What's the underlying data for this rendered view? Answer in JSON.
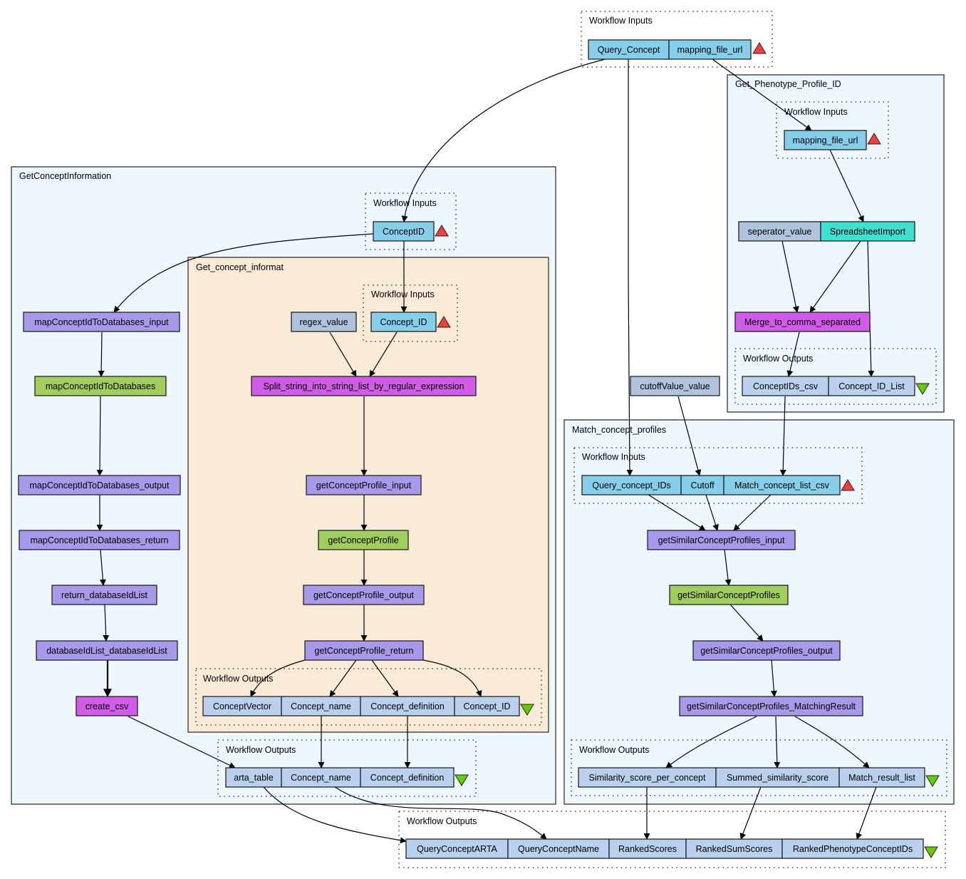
{
  "colors": {
    "workflow_input": "#87ceeb",
    "workflow_output": "#b9d1ee",
    "constant": "#b0c4de",
    "xml_splitter": "#a899ea",
    "wsdl": "#a0cd5e",
    "beanshell": "#d05ce8",
    "spreadsheet": "#40e0d0",
    "nested_bg": "#eef6ff",
    "nested_alt_bg": "#faebd7",
    "input_triangle": "#ee4040",
    "output_triangle": "#66cc00"
  },
  "top_inputs": {
    "label": "Workflow Inputs",
    "ports": [
      "Query_Concept",
      "mapping_file_url"
    ]
  },
  "get_phenotype_profile_id": {
    "title": "Get_Phenotype_Profile_ID",
    "inputs_label": "Workflow Inputs",
    "input_port": "mapping_file_url",
    "separator_value": "seperator_value",
    "spreadsheet_import": "SpreadsheetImport",
    "merge": "Merge_to_comma_separated",
    "outputs_label": "Workflow Outputs",
    "output_ports": [
      "ConceptIDs_csv",
      "Concept_ID_List"
    ]
  },
  "get_concept_information": {
    "title": "GetConceptInformation",
    "inputs_label": "Workflow Inputs",
    "input_port": "ConceptID",
    "steps": [
      "mapConceptIdToDatabases_input",
      "mapConceptIdToDatabases",
      "mapConceptIdToDatabases_output",
      "mapConceptIdToDatabases_return",
      "return_databaseIdList",
      "databaseIdList_databaseIdList",
      "create_csv"
    ],
    "outputs_label": "Workflow Outputs",
    "output_ports": [
      "arta_table",
      "Concept_name",
      "Concept_definition"
    ]
  },
  "get_concept_informat": {
    "title": "Get_concept_informat",
    "inputs_label": "Workflow Inputs",
    "input_port": "Concept_ID",
    "regex_value": "regex_value",
    "split": "Split_string_into_string_list_by_regular_expression",
    "steps": [
      "getConceptProfile_input",
      "getConceptProfile",
      "getConceptProfile_output",
      "getConceptProfile_return"
    ],
    "outputs_label": "Workflow Outputs",
    "output_ports": [
      "ConceptVector",
      "Concept_name",
      "Concept_definition",
      "Concept_ID"
    ]
  },
  "cutoff_value": "cutoffValue_value",
  "match_concept_profiles": {
    "title": "Match_concept_profiles",
    "inputs_label": "Workflow Inputs",
    "input_ports": [
      "Query_concept_IDs",
      "Cutoff",
      "Match_concept_list_csv"
    ],
    "steps": [
      "getSimilarConceptProfiles_input",
      "getSimilarConceptProfiles",
      "getSimilarConceptProfiles_output",
      "getSimilarConceptProfiles_MatchingResult"
    ],
    "outputs_label": "Workflow Outputs",
    "output_ports": [
      "Similarity_score_per_concept",
      "Summed_similarity_score",
      "Match_result_list"
    ]
  },
  "final_outputs": {
    "label": "Workflow Outputs",
    "ports": [
      "QueryConceptARTA",
      "QueryConceptName",
      "RankedScores",
      "RankedSumScores",
      "RankedPhenotypeConceptIDs"
    ]
  }
}
